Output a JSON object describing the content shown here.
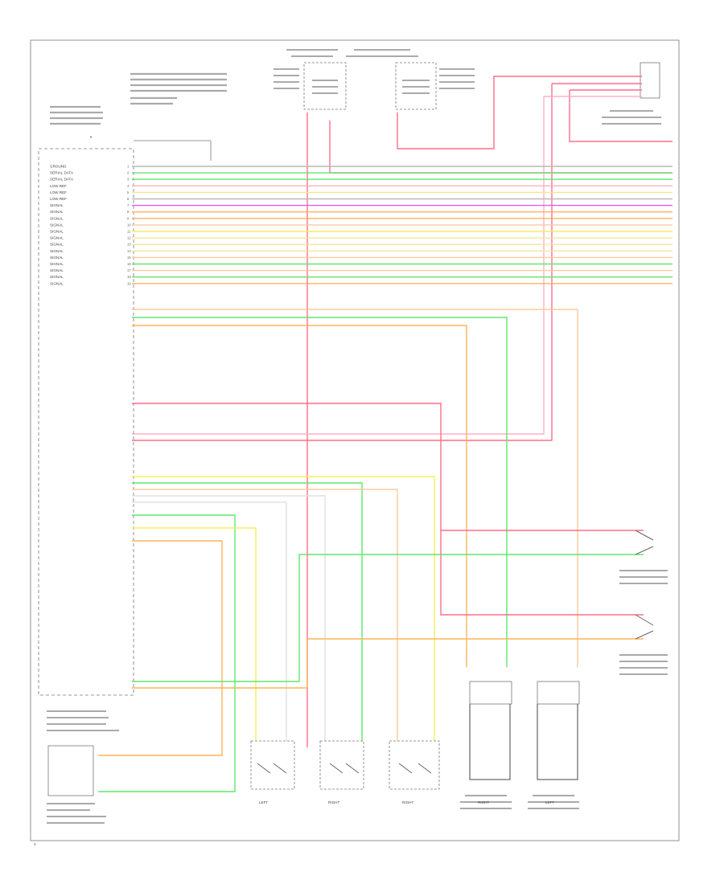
{
  "figure_id": "3",
  "wire_colors": {
    "red": "#ff6f8a",
    "green": "#5ee86a",
    "magenta": "#e65cf0",
    "orange": "#ffb35c",
    "yellow": "#f5ef5a",
    "pale_yellow": "#f7e59a",
    "peach": "#ffc9a0",
    "pink": "#ffb0c8",
    "gray": "#b8b8b8",
    "black": "#333333"
  },
  "module_rows": [
    {
      "pin": "1",
      "color": "gray",
      "label": "GROUND"
    },
    {
      "pin": "2",
      "color": "green",
      "label": "SERIAL DATA"
    },
    {
      "pin": "3",
      "color": "green",
      "label": "SERIAL DATA"
    },
    {
      "pin": "4",
      "color": "pink",
      "label": "LOW REF"
    },
    {
      "pin": "5",
      "color": "pale_yellow",
      "label": "LOW REF"
    },
    {
      "pin": "6",
      "color": "gray",
      "label": "LOW REF"
    },
    {
      "pin": "7",
      "color": "magenta",
      "label": "SIGNAL"
    },
    {
      "pin": "8",
      "color": "orange",
      "label": "SIGNAL"
    },
    {
      "pin": "9",
      "color": "orange",
      "label": "SIGNAL"
    },
    {
      "pin": "10",
      "color": "peach",
      "label": "SIGNAL"
    },
    {
      "pin": "11",
      "color": "yellow",
      "label": "SIGNAL"
    },
    {
      "pin": "12",
      "color": "pale_yellow",
      "label": "SIGNAL"
    },
    {
      "pin": "13",
      "color": "pale_yellow",
      "label": "SIGNAL"
    },
    {
      "pin": "14",
      "color": "pale_yellow",
      "label": "SIGNAL"
    },
    {
      "pin": "15",
      "color": "peach",
      "label": "SIGNAL"
    },
    {
      "pin": "16",
      "color": "green",
      "label": "SIGNAL"
    },
    {
      "pin": "17",
      "color": "peach",
      "label": "SIGNAL"
    },
    {
      "pin": "18",
      "color": "green",
      "label": "SIGNAL"
    },
    {
      "pin": "19",
      "color": "orange",
      "label": "SIGNAL"
    }
  ],
  "bottom_components": [
    {
      "name": "LEFT"
    },
    {
      "name": "RIGHT"
    },
    {
      "name": "RIGHT"
    },
    {
      "name": "RIGHT"
    },
    {
      "name": "LEFT"
    }
  ]
}
